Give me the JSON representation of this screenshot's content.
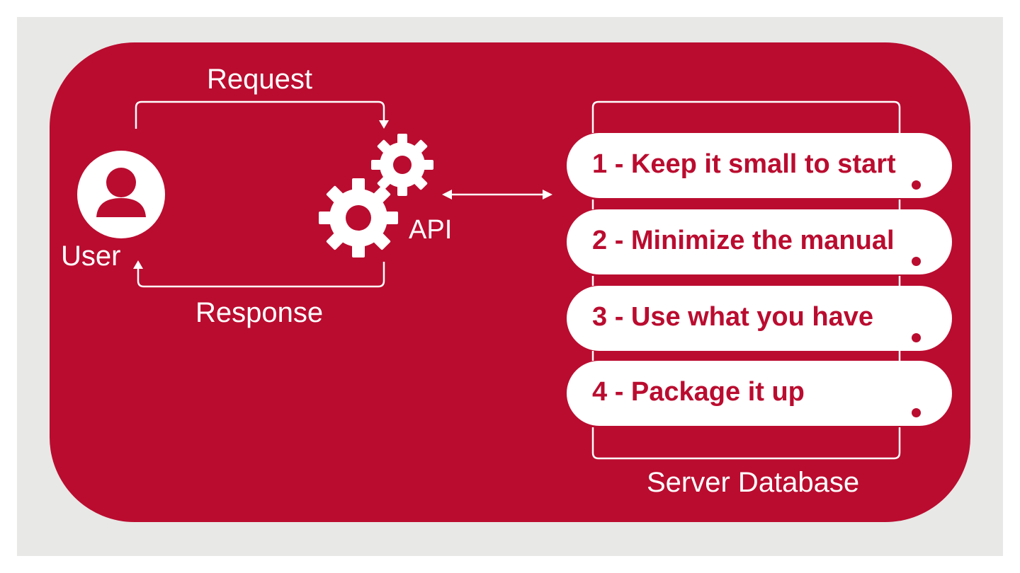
{
  "diagram": {
    "labels": {
      "request": "Request",
      "response": "Response",
      "user": "User",
      "api": "API",
      "server": "Server Database"
    },
    "steps": [
      {
        "label": "1 - Keep it small to start"
      },
      {
        "label": "2 - Minimize the manual"
      },
      {
        "label": "3 - Use what you have"
      },
      {
        "label": "4 - Package it up"
      }
    ],
    "icons": {
      "user": "user-avatar-icon",
      "api": "gears-icon"
    },
    "colors": {
      "accent": "#ba0c2f",
      "background": "#e8e8e6",
      "foreground": "#ffffff"
    }
  }
}
